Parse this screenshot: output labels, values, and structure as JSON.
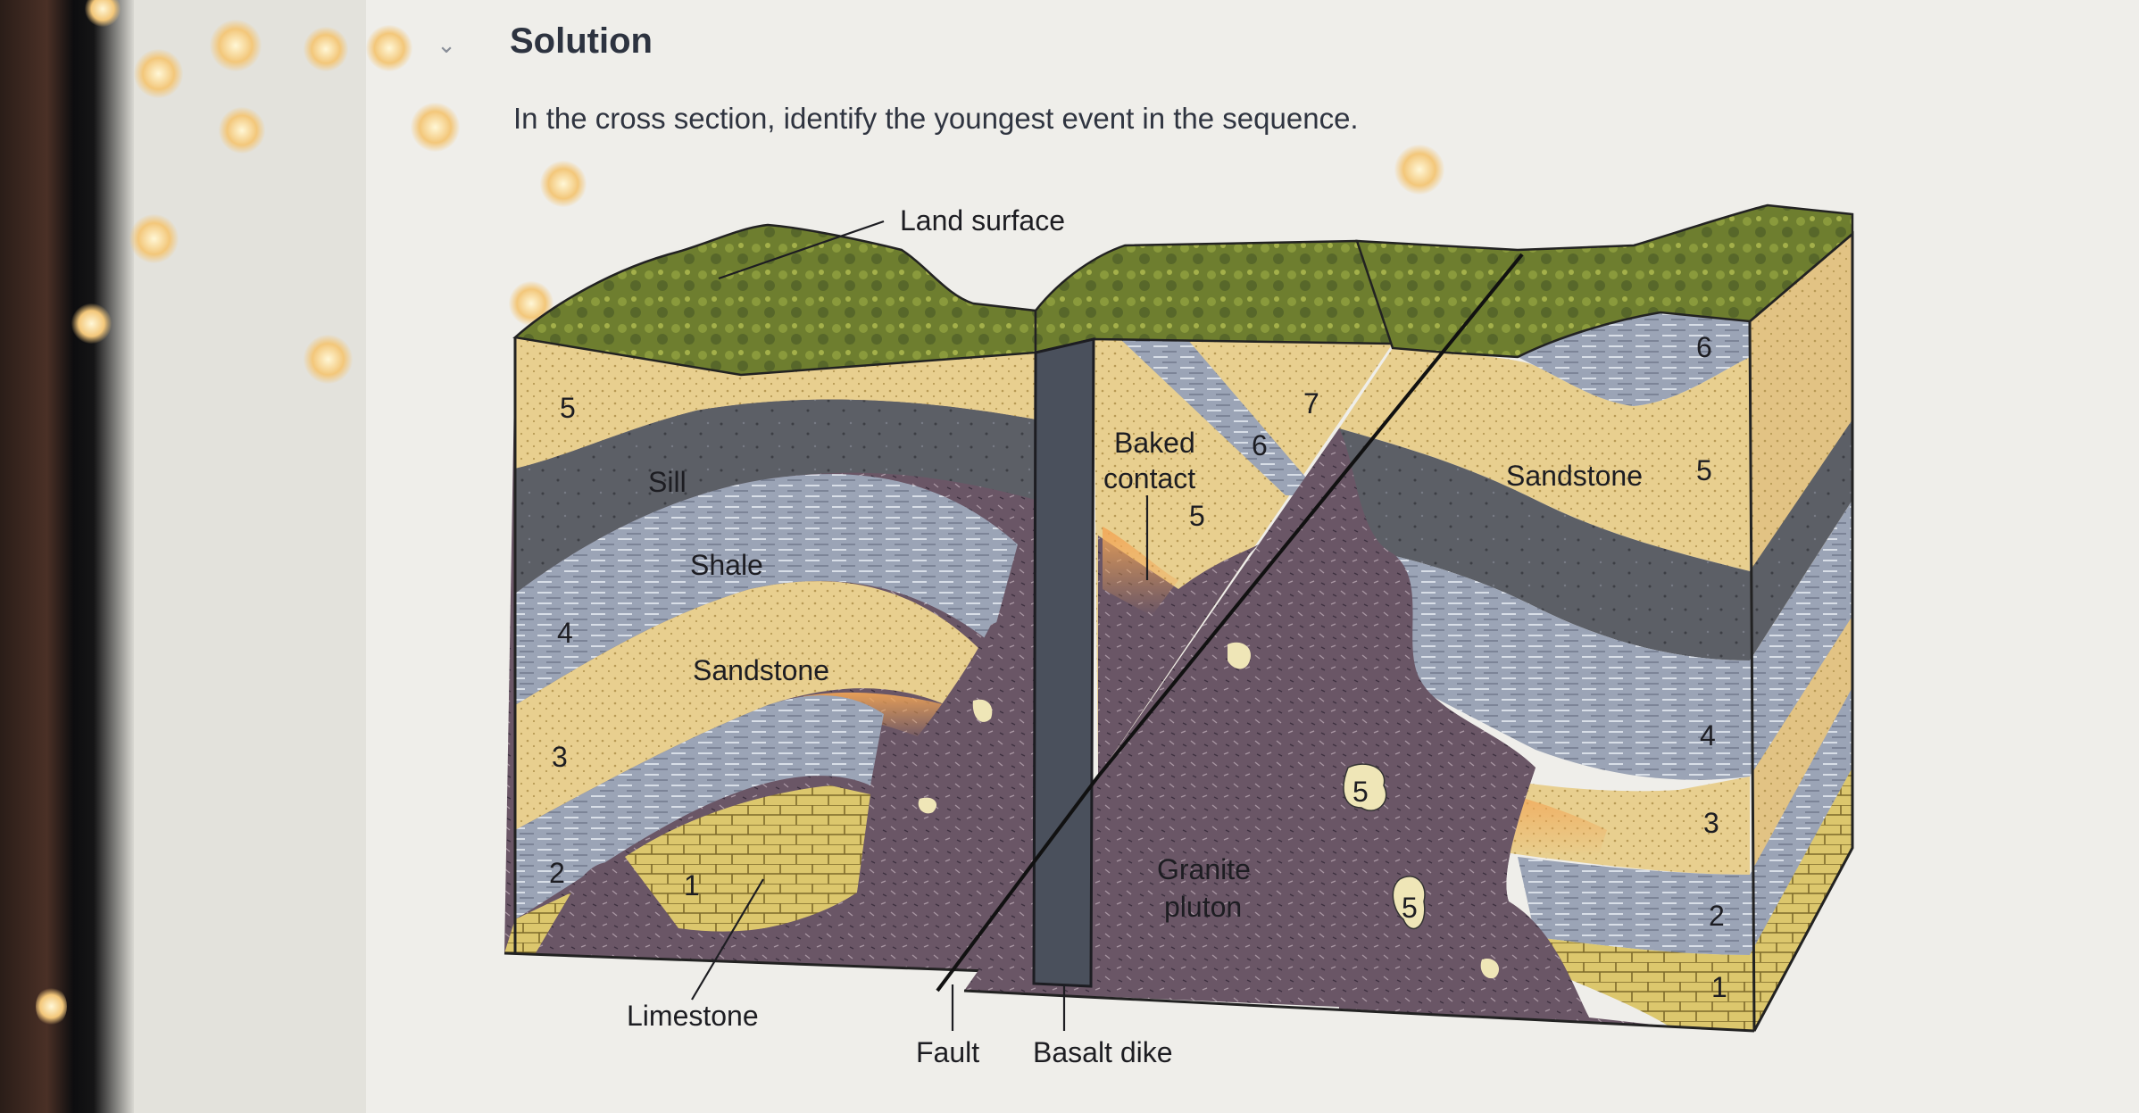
{
  "header": {
    "chevron_icon": "chevron-down-icon",
    "title": "Solution"
  },
  "question": "In the cross section, identify the youngest event in the sequence.",
  "diagram": {
    "labels": {
      "land_surface": "Land surface",
      "sill": "Sill",
      "shale": "Shale",
      "sandstone_left": "Sandstone",
      "limestone": "Limestone",
      "fault": "Fault",
      "basalt_dike": "Basalt dike",
      "baked_contact_1": "Baked",
      "baked_contact_2": "contact",
      "sandstone_right": "Sandstone",
      "granite_1": "Granite",
      "granite_2": "pluton"
    },
    "layer_numbers_left": [
      "5",
      "4",
      "3",
      "2",
      "1"
    ],
    "layer_numbers_right": [
      "6",
      "5",
      "4",
      "3",
      "2",
      "1"
    ],
    "center_numbers": [
      "5",
      "6",
      "7"
    ],
    "xenolith_numbers": [
      "5",
      "5"
    ]
  },
  "colors": {
    "sandstone": "#e8cf8f",
    "shale": "#9aa3b5",
    "sill": "#5d6066",
    "limestone": "#d9c46a",
    "granite": "#6b5866",
    "basalt": "#4a505c",
    "surface": "#6f7f2e",
    "baked": "#e79a4a"
  }
}
